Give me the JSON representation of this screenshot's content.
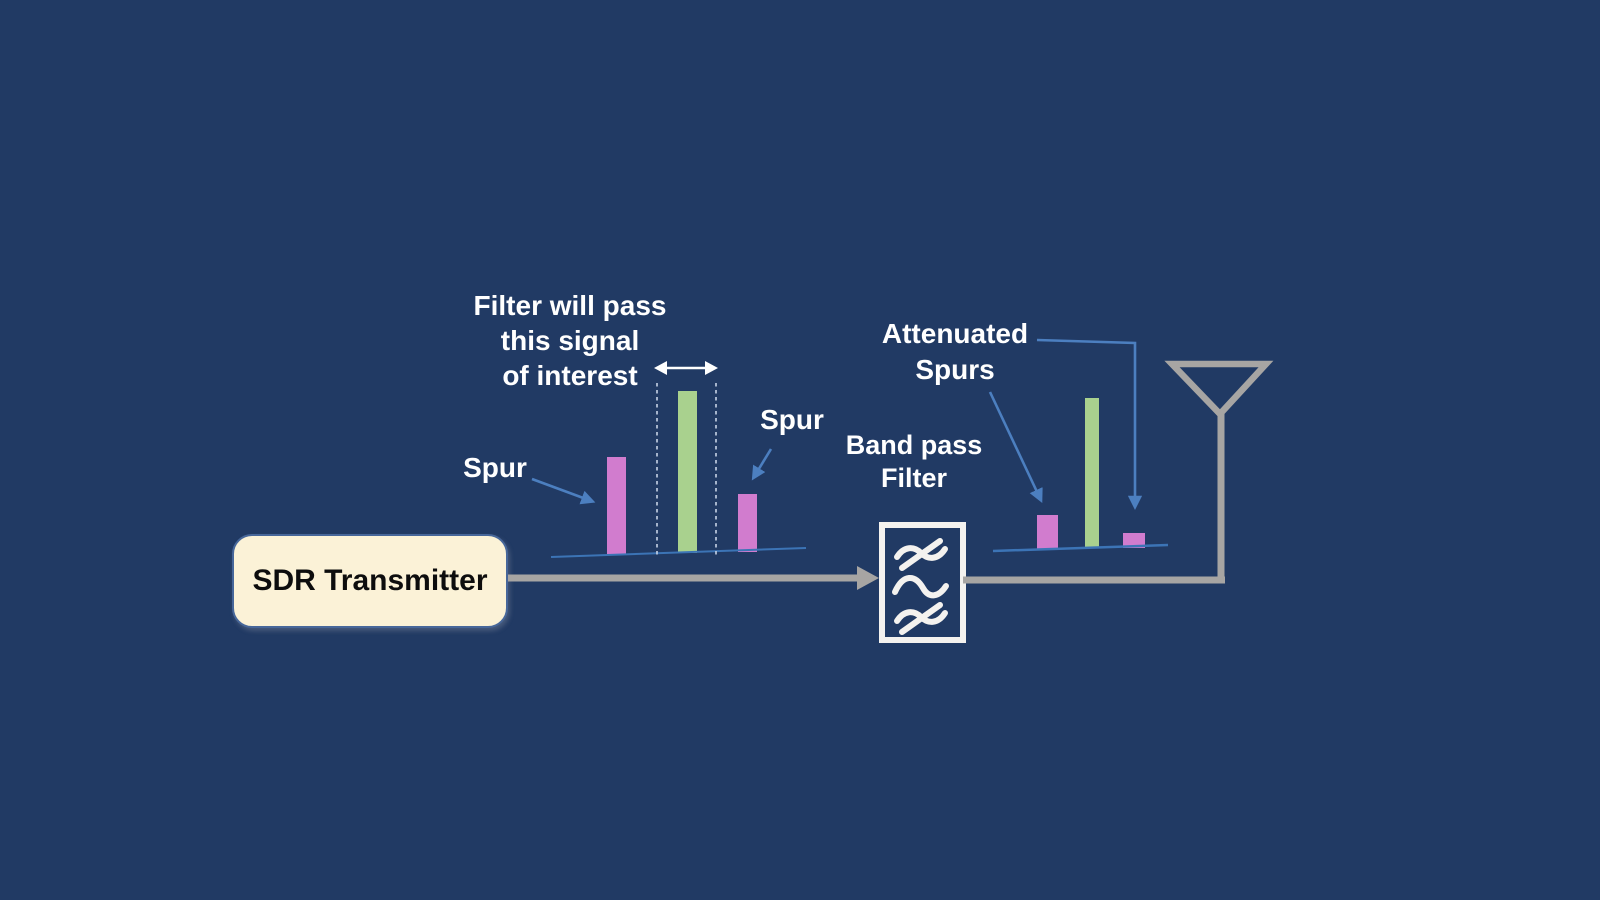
{
  "colors": {
    "background": "#213A64",
    "spur_pink": "#D17CCE",
    "signal_green": "#A9D18E",
    "arrow_blue": "#4C7FC0",
    "baseline_blue": "#3C74B6",
    "connector_gray": "#A7A5A3",
    "box_fill": "#FBF2D7",
    "box_border": "#47679A",
    "filter_white": "#F4F2EF",
    "dashed_line": "#C7D2E6",
    "text_white": "#FFFFFF",
    "text_black": "#0D0D0D"
  },
  "transmitter": {
    "label": "SDR Transmitter"
  },
  "filter": {
    "label_line1": "Band pass",
    "label_line2": "Filter"
  },
  "left_spectrum": {
    "note_line1": "Filter will pass",
    "note_line2": "this signal",
    "note_line3": "of interest",
    "spur_left_label": "Spur",
    "spur_right_label": "Spur",
    "bars": [
      {
        "type": "spur",
        "relative_height": 0.6
      },
      {
        "type": "signal_of_interest",
        "relative_height": 1.0
      },
      {
        "type": "spur",
        "relative_height": 0.36
      }
    ]
  },
  "right_spectrum": {
    "label_line1": "Attenuated",
    "label_line2": "Spurs",
    "bars": [
      {
        "type": "attenuated_spur",
        "relative_height": 0.23
      },
      {
        "type": "signal_of_interest",
        "relative_height": 1.0
      },
      {
        "type": "attenuated_spur",
        "relative_height": 0.1
      }
    ]
  }
}
